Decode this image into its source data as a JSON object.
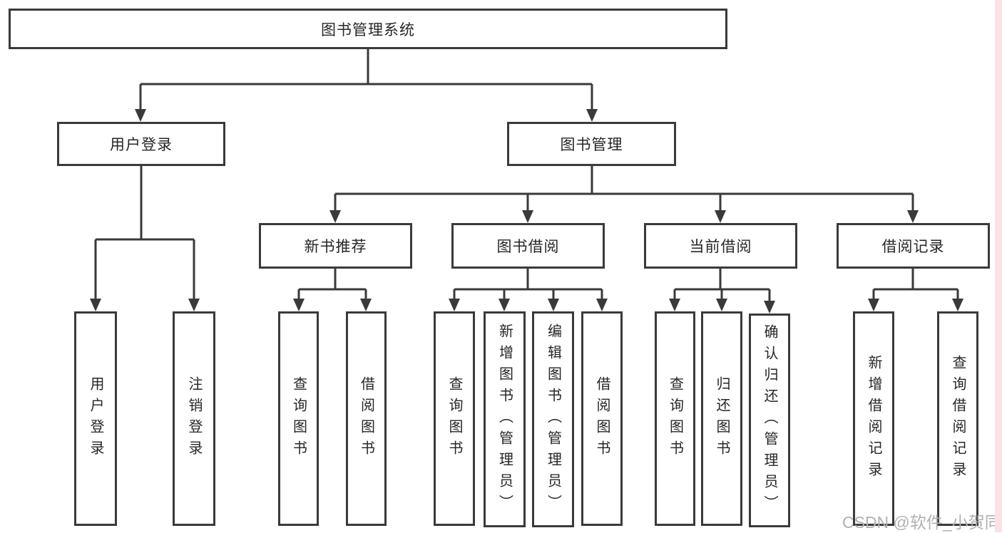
{
  "colors": {
    "line": "#3a3a3a",
    "text": "#262626",
    "watermark": "#b1b1b1",
    "strip": "#fbe2e2"
  },
  "watermark": {
    "text": "CSDN @软件_小贺同学"
  },
  "diagram": {
    "root": {
      "label": "图书管理系统"
    },
    "branches": [
      {
        "label": "用户登录",
        "children": [
          "用户登录",
          "注销登录"
        ]
      },
      {
        "label": "图书管理",
        "sections": [
          {
            "label": "新书推荐",
            "children": [
              "查询图书",
              "借阅图书"
            ]
          },
          {
            "label": "图书借阅",
            "children": [
              "查询图书",
              "新增图书（管理员）",
              "编辑图书（管理员）",
              "借阅图书"
            ]
          },
          {
            "label": "当前借阅",
            "children": [
              "查询图书",
              "归还图书",
              "确认归还（管理员）"
            ]
          },
          {
            "label": "借阅记录",
            "children": [
              "新增借阅记录",
              "查询借阅记录"
            ]
          }
        ]
      }
    ]
  }
}
